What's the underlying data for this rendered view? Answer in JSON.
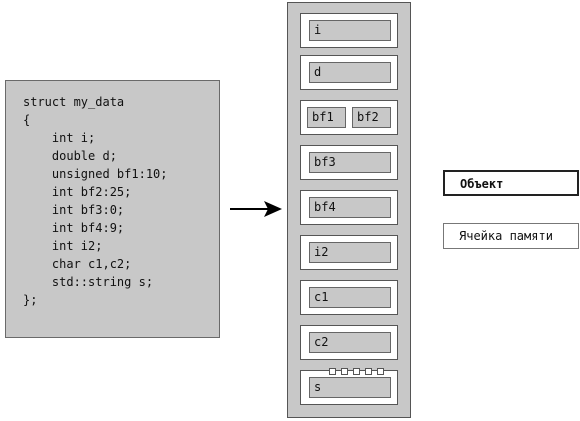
{
  "code": {
    "lines": [
      "struct my_data",
      "{",
      "    int i;",
      "    double d;",
      "    unsigned bf1:10;",
      "    int bf2:25;",
      "    int bf3:0;",
      "    int bf4:9;",
      "    int i2;",
      "    char c1,c2;",
      "    std::string s;",
      "};"
    ]
  },
  "memory": {
    "cells": [
      {
        "labels": [
          "i"
        ]
      },
      {
        "labels": [
          "d"
        ]
      },
      {
        "labels": [
          "bf1",
          "bf2"
        ]
      },
      {
        "labels": [
          "bf3"
        ]
      },
      {
        "labels": [
          "bf4"
        ]
      },
      {
        "labels": [
          "i2"
        ]
      },
      {
        "labels": [
          "c1"
        ]
      },
      {
        "labels": [
          "c2"
        ]
      },
      {
        "labels": [
          "s"
        ]
      }
    ]
  },
  "legend": {
    "object_label": "Объект",
    "memory_cell_label": "Ячейка памяти"
  },
  "colors": {
    "box_fill": "#c8c8c8",
    "cell_fill": "#ffffff",
    "border": "#555555"
  }
}
